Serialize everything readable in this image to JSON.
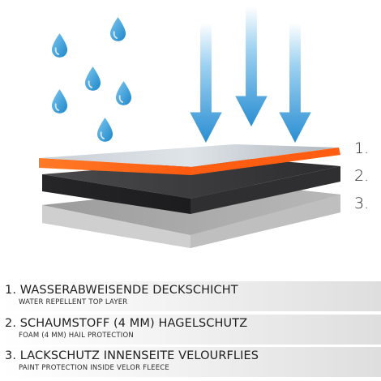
{
  "layers": [
    {
      "number": "1.",
      "title": "1. WASSERABWEISENDE DECKSCHICHT",
      "subtitle": "WATER REPELLENT TOP LAYER",
      "color": "#ff6a1c"
    },
    {
      "number": "2.",
      "title": "2. SCHAUMSTOFF (4 MM) HAGELSCHUTZ",
      "subtitle": "FOAM (4 MM) HAIL PROTECTION",
      "color": "#3c3c3e"
    },
    {
      "number": "3.",
      "title": "3. LACKSCHUTZ INNENSEITE VELOURFLIES",
      "subtitle": "PAINT PROTECTION INSIDE VELOR FLEECE",
      "color": "#a4a4a4"
    }
  ],
  "icons": {
    "drop": "water-drop-icon",
    "arrow": "arrow-down-icon",
    "drop_color": "#3aa3de",
    "arrow_color": "#2b8fd4"
  }
}
